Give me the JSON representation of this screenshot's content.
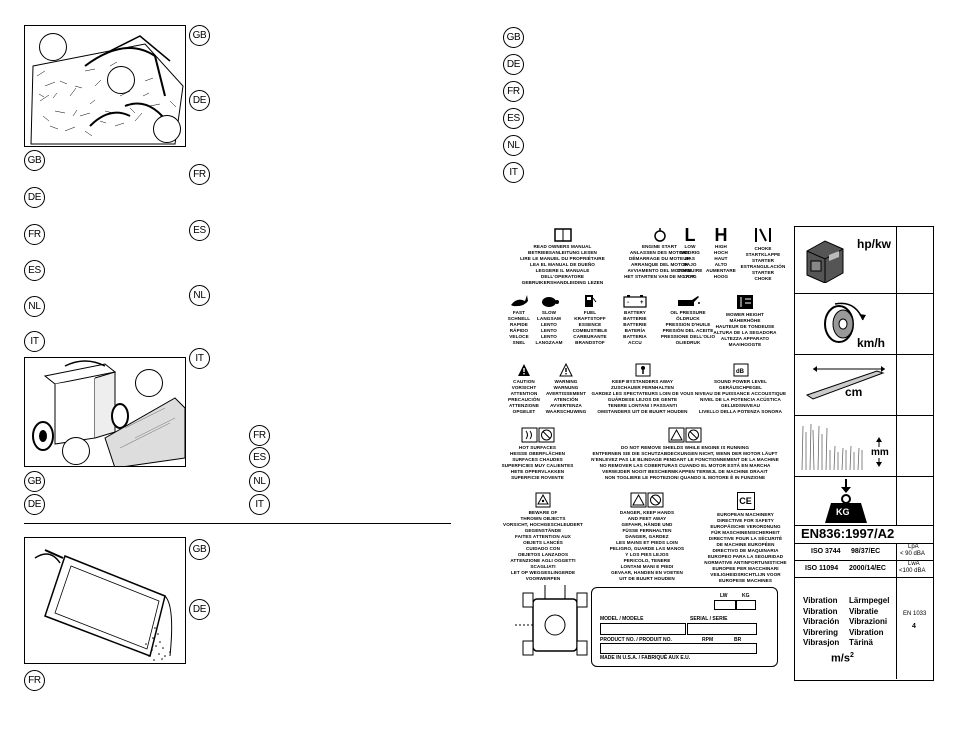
{
  "languages": {
    "gb": "GB",
    "de": "DE",
    "fr": "FR",
    "es": "ES",
    "nl": "NL",
    "it": "IT"
  },
  "symbols": {
    "read_manual": "READ OWNERS MANUAL\nBETRIEBSANLEITUNG LESEN\nLIRE LE MANUEL DU PROPRIÉTAIRE\nLEA EL MANUAL DE DUEÑO\nLEGGERE IL MANUALE DELL'OPERATORE\nGEBRUIKERSHANDLEIDING LEZEN",
    "engine_start": "ENGINE START\nANLASSEN DES MOTORS\nDÉMARRAGE DU MOTEUR\nARRANQUE DEL MOTOR\nAVVIAMENTO DEL MOTORE\nHET STARTEN VAN DE MOTOR",
    "low_letter": "L",
    "low": "LOW\nNIEDRIG\nBAS\nBAJO\nDIMINUIRE\nLAAG",
    "high_letter": "H",
    "high": "HIGH\nHOCH\nHAUT\nALTO\nAUMENTARE\nHOOG",
    "choke": "CHOKE\nSTARTKLAPPE\nSTARTER\nESTRANGULACIÓN\nSTARTER\nCHOKE",
    "fast": "FAST\nSCHNELL\nRAPIDE\nRÁPIDO\nVELOCE\nSNEL",
    "slow": "SLOW\nLANGSAM\nLENTO\nLENTO\nLENTO\nLANGZAAM",
    "fuel": "FUEL\nKRAFTSTOFF\nESSENCE\nCOMBUSTIBLE\nCARBURANTE\nBRANDSTOF",
    "battery": "BATTERY\nBATTERIE\nBATTERIE\nBATERÍA\nBATTERIA\nACCU",
    "oil_pressure": "OIL PRESSURE\nÖLDRUCK\nPRESSION D'HUILE\nPRESIÓN DEL ACEITE\nPRESSIONE DELL'OLIO\nOLIEDRUK",
    "mower_height": "MOWER HEIGHT\nMÄHERHÖHE\nHAUTEUR DE TONDEUSE\nALTURA DE LA SEGADORA\nALTEZZA APPARATO\nMAAIHOOGTE",
    "caution": "CAUTION\nVORSICHT\nATTENTION\nPRECAUCIÓN\nATTENZIONE\nOPGELET",
    "warning": "WARNING\nWARNUNG\nAVERTISSEMENT\nATENCIÓN\nAVVERTENZA\nWAARSCHUWING",
    "bystanders": "KEEP BYSTANDERS AWAY\nZUSCHAUER FERNHALTEN\nGARDEZ LES SPECTATEURS LOIN DE VOUS\nGUÁRDESE LEJOS DE GENTE\nTENERE LONTANI I PASSANTI\nOMSTANDERS UIT DE BUURT HOUDEN",
    "sound_power": "SOUND POWER LEVEL\nGERÄUSCHPEGEL\nNIVEAU DE PUISSANCE ACCOUSTIQUE\nNIVEL DE LA POTENCIA ACÚSTICA\nGELUIDSNIVEAU\nLIVELLO DELLA POTENZA SONORA",
    "hot_surfaces": "HOT SURFACES\nHEISSE OBERFLÄCHEN\nSURFACES CHAUDES\nSUPERFICIES MUY CALIENTES\nHETE OPPERVLAKKEN\nSUPERFICIE ROVENTE",
    "shields": "DO NOT REMOVE SHIELDS WHILE ENGINE IS RUNNING\nENTFERNEN SIE DIE SCHUTZABDECKUNGEN NICHT, WENN DER MOTOR LÄUFT\nN'ENLEVEZ PAS LE BLINDAGE PENDANT LE FONCTIONNEMENT DE LA MACHINE\nNO REMOVER LAS COBERTURAS CUANDO EL MOTOR ESTÁ EN MARCHA\nVERWIJDER NOOIT BESCHERMKAPPEN TERWIJL DE MACHINE DRAAIT\nNON TOGLIERE LE PROTEZIONI QUANDO IL MOTORE È IN FUNZIONE",
    "thrown_objects": "BEWARE OF\nTHROWN OBJECTS\nVORSICHT, HOCHGESCHLEUDERT\nGEGENSTÄNDE\nFAITES ATTENTION AUX\nOBJETS LANCÉS\nCUIDADO CON\nOBJETOS LANZADOS\nATTENZIONE AGLI OGGETTI\nSCAGLIATI\nLET OP WEGGESLINGERDE\nVOORWERPEN",
    "danger_hands": "DANGER, KEEP HANDS\nAND FEET AWAY\nGEFAHR, HÄNDE UND\nFÜSSE FERNHALTEN\nDANGER, GARDEZ\nLES MAINS ET PIEDS LOIN\nPELIGRO, GUARDE LAS MANOS\nY LOS PIES LEJOS\nPERICOLO, TENERE\nLONTANI MANI E PIEDI\nGEVAAR, HANDEN EN VOETEN\nUIT DE BUURT HOUDEN",
    "ce_label": "CE",
    "european_machinery": "EUROPEAN MACHINERY\nDIRECTIVE FOR SAFETY\nEUROPÄISCHE VERORDNUNG\nFÜR MASCHINENSICHERHEIT\nDIRECTIVE POUR LA SÉCURITÉ\nDE MACHINE EUROPÉEN\nDIRECTIVO DE MAQUINARIA\nEUROPEO PARA LA SEGURIDAD\nNORMATIVE ANTINFORTUNISTICHE\nEUROPEE PER MACCHINARI\nVEILIGHEIDSRICHTLIJN VOOR\nEUROPESE MACHINES"
  },
  "plate": {
    "lw": "LW",
    "kg": "KG",
    "model": "MODEL / MODELE",
    "serial": "SERIAL / SERIE",
    "product_no": "PRODUCT NO. / PRODUIT NO.",
    "rpm": "RPM",
    "br": "BR",
    "made_in": "MADE IN U.S.A. / FABRIQUÉ AUX E.U."
  },
  "spec_table": {
    "hp_kw": "hp/kw",
    "kmh": "km/h",
    "cm": "cm",
    "mm": "mm",
    "kg": "KG",
    "en836": "EN836:1997/A2",
    "iso3744": "ISO 3744",
    "dir1": "98/37/EC",
    "lpa": "LpA",
    "lpa_val": "< 90 dBA",
    "iso11094": "ISO 11094",
    "dir2": "2000/14/EC",
    "lwa": "LwA",
    "lwa_val": "<100 dBA",
    "vib_words": [
      "Vibration",
      "Lärmpegel",
      "Vibration",
      "Vibratie",
      "Vibración",
      "Vibrazioni",
      "Vibrering",
      "Vibration",
      "Vibrasjon",
      "Tärinä"
    ],
    "ms2": "m/s",
    "ms2_exp": "2",
    "en1033": "EN 1033",
    "en1033_val": "4"
  }
}
